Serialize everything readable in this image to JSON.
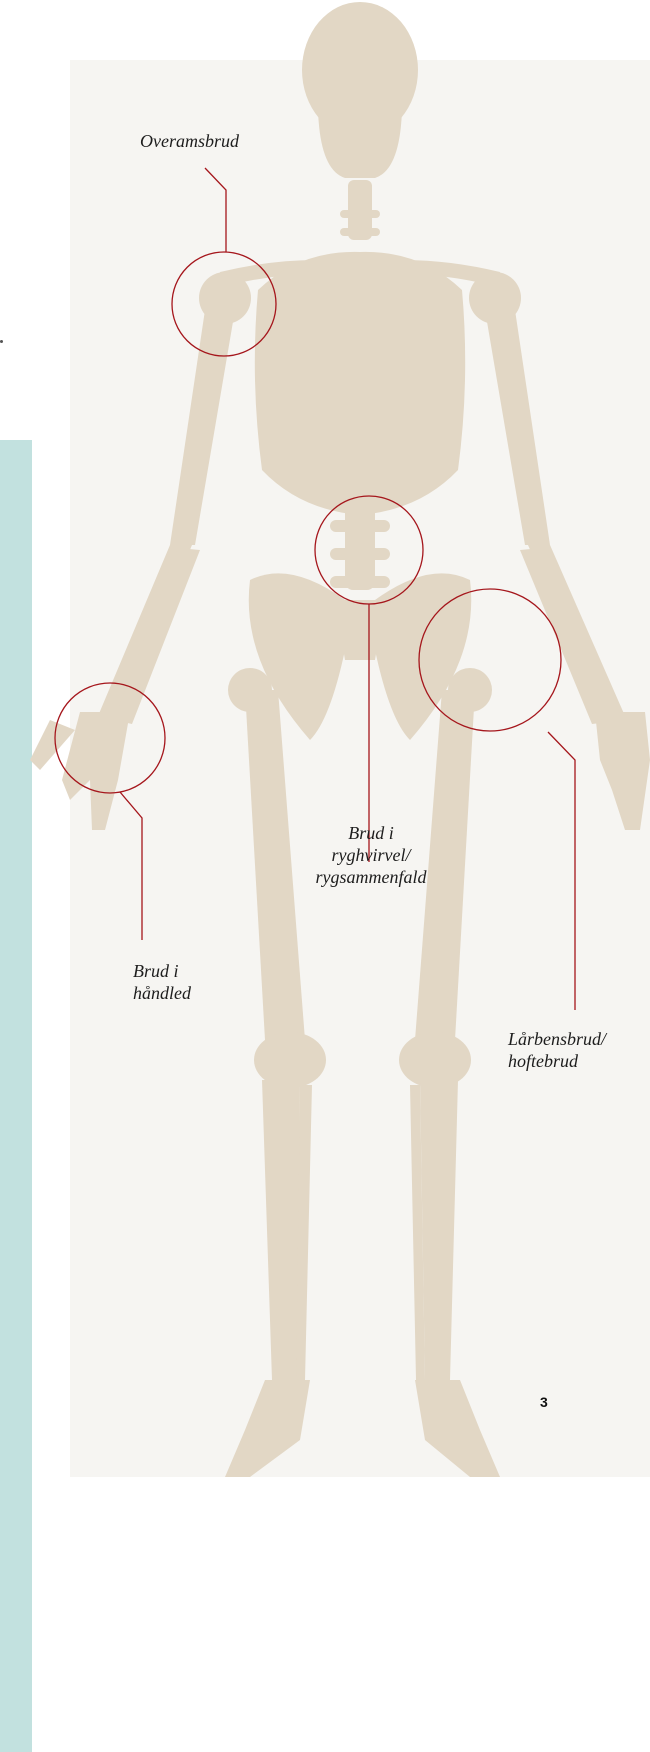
{
  "colors": {
    "bone": "#e2d7c5",
    "panel_background": "#f6f5f2",
    "accent_teal": "#c2e1df",
    "marker_red": "#a5161c"
  },
  "labels": {
    "upper_arm": "Overamsbrud",
    "spine": "Brud i\nryghvirvel/\nrygsammenfald",
    "wrist": "Brud i\nhåndled",
    "hip": "Lårbensbrud/\nhoftebrud"
  },
  "page_number": "3"
}
